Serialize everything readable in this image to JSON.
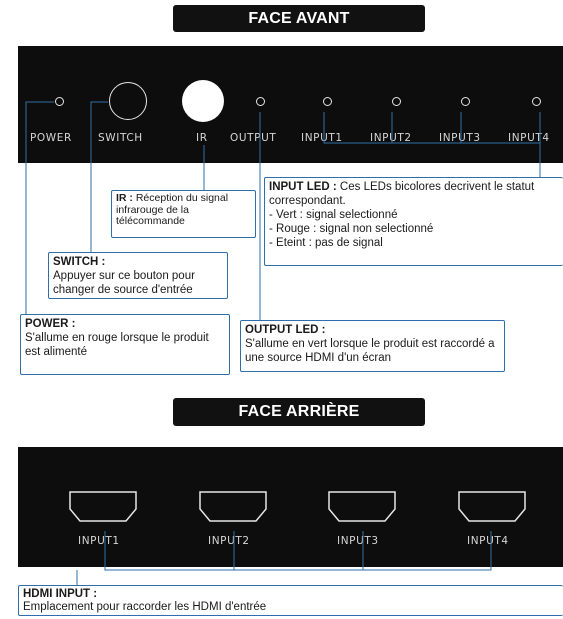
{
  "front": {
    "title": "FACE AVANT",
    "labels": {
      "power": "POWER",
      "switch": "SWITCH",
      "ir": "IR",
      "output": "OUTPUT",
      "input1": "INPUT1",
      "input2": "INPUT2",
      "input3": "INPUT3",
      "input4": "INPUT4"
    },
    "callouts": {
      "ir": {
        "title": "IR :",
        "text": " Réception du signal infrarouge de la télécommande"
      },
      "input_led": {
        "title": "INPUT LED :",
        "text": " Ces LEDs bicolores decrivent le statut correspondant.",
        "items": [
          "- Vert : signal selectionné",
          "- Rouge : signal non selectionné",
          "- Eteint : pas de signal"
        ]
      },
      "switch": {
        "title": "SWITCH :",
        "text": "Appuyer sur ce bouton pour changer de source d'entrée"
      },
      "power": {
        "title": "POWER :",
        "text": "S'allume en rouge lorsque le produit est alimenté"
      },
      "output_led": {
        "title": "OUTPUT LED :",
        "text": "S'allume en vert lorsque le produit est raccordé a une source HDMI d'un écran"
      }
    }
  },
  "back": {
    "title": "FACE ARRIÈRE",
    "labels": {
      "input1": "INPUT1",
      "input2": "INPUT2",
      "input3": "INPUT3",
      "input4": "INPUT4"
    },
    "callouts": {
      "hdmi_input": {
        "title": "HDMI INPUT :",
        "text": "Emplacement pour raccorder les HDMI d'entrée"
      }
    }
  },
  "colors": {
    "panel": "#0d0d0d",
    "line": "#2e6fa8",
    "header": "#111111"
  }
}
